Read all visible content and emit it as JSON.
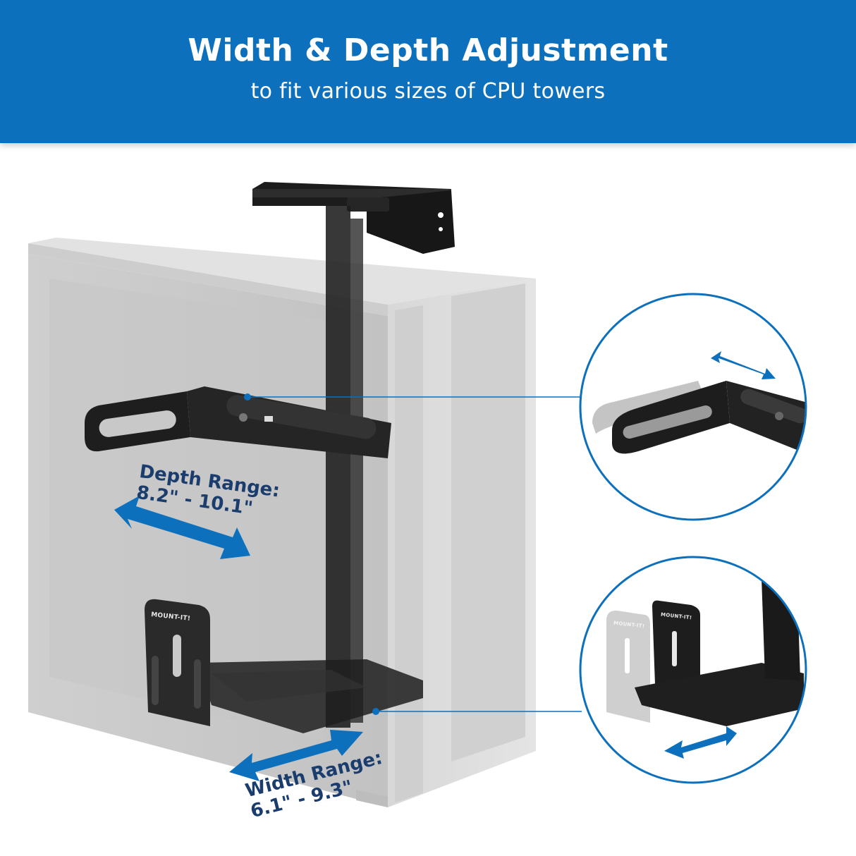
{
  "banner": {
    "title": "Width & Depth Adjustment",
    "subtitle": "to fit various sizes of CPU towers",
    "background_color": "#0d70bd",
    "text_color": "#ffffff"
  },
  "callouts": {
    "depth": {
      "heading": "Depth Range:",
      "range": "8.2\" - 10.1\""
    },
    "width": {
      "heading": "Width Range:",
      "range": "6.1\" - 9.3\""
    }
  },
  "brand": {
    "logo_text": "MOUNT-IT!"
  },
  "detail_views": [
    {
      "name": "depth-adjustment-detail",
      "arrow": "double-arrow-icon"
    },
    {
      "name": "width-adjustment-detail",
      "arrow": "double-arrow-icon"
    }
  ],
  "colors": {
    "accent_blue": "#0d70bd",
    "label_navy": "#1a3d6d",
    "case_gray": "#c9c9c9",
    "mount_black": "#1c1c1c"
  }
}
